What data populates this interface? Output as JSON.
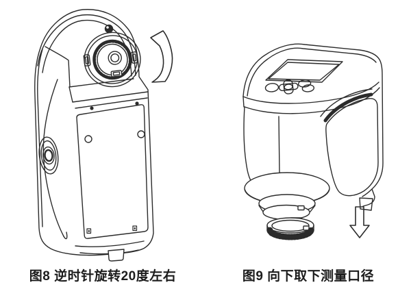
{
  "page": {
    "type": "instrument-manual-illustrations"
  },
  "figures": [
    {
      "id": "figure-8",
      "caption": "图8 逆时针旋转20度左右",
      "illustration": "handheld-colorimeter-rear-view",
      "arrow_icon": "rotate-counterclockwise-arrow"
    },
    {
      "id": "figure-9",
      "caption": "图9 向下取下测量口径",
      "illustration": "handheld-colorimeter-bottom-view-aperture-detached",
      "arrow_icon": "down-arrow"
    }
  ],
  "colors": {
    "background": "#ffffff",
    "line": "#2b2b2b",
    "text": "#1c1c1c"
  }
}
